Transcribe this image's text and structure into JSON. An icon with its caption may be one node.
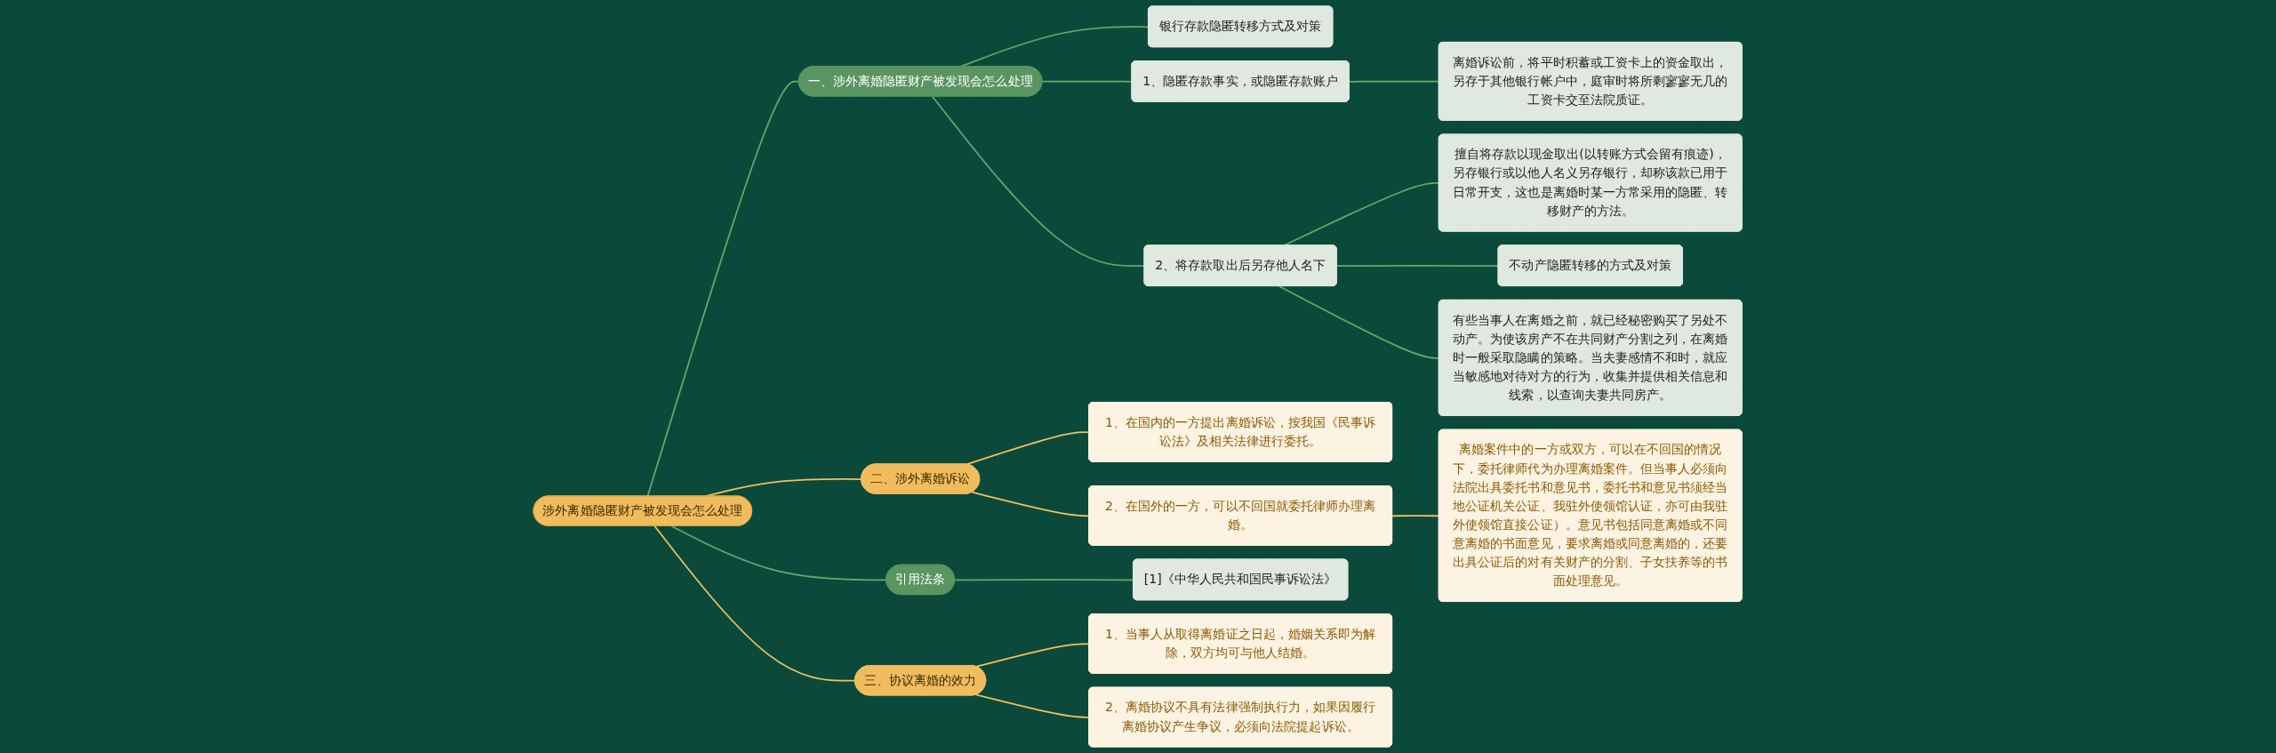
{
  "diagram": {
    "nodes": [
      {
        "text": [
          "涉外离婚隐匿财产被发现会怎么处理"
        ]
      },
      {
        "text": [
          "一、涉外离婚隐匿财产被发现会怎么处理"
        ]
      },
      {
        "text": [
          "银行存款隐匿转移方式及对策"
        ]
      },
      {
        "text": [
          "1、隐匿存款事实，或隐匿存款账户"
        ]
      },
      {
        "text": [
          "离婚诉讼前，将平时积蓄或工资卡上的资金取出，另存于其他银行帐户中，庭审时将所剩寥寥无几的工资卡交至法院质证。"
        ]
      },
      {
        "text": [
          "2、将存款取出后另存他人名下"
        ]
      },
      {
        "text": [
          "擅自将存款以现金取出(以转账方式会留有痕迹)，另存银行或以他人名义另存银行，却称该款已用于日常开支，这也是离婚时某一方常采用的隐匿、转移财产的方法。"
        ]
      },
      {
        "text": [
          "不动产隐匿转移的方式及对策"
        ]
      },
      {
        "text": [
          "有些当事人在离婚之前，就已经秘密购买了另处不动产。为使该房产不在共同财产分割之列，在离婚时一般采取隐瞒的策略。当夫妻感情不和时，就应当敏感地对待对方的行为，收集并提供相关信息和线索，以查询夫妻共同房产。"
        ]
      },
      {
        "text": [
          "二、涉外离婚诉讼"
        ]
      },
      {
        "text": [
          "1、在国内的一方提出离婚诉讼，按我国《民事诉讼法》及相关法律进行委托。"
        ]
      },
      {
        "text": [
          "2、在国外的一方，可以不回国就委托律师办理离婚。"
        ]
      },
      {
        "text": [
          "离婚案件中的一方或双方，可以在不回国的情况下，委托律师代为办理离婚案件。但当事人必须向法院出具委托书和意见书，委托书和意见书须经当地公证机关公证、我驻外使领馆认证，亦可由我驻外使领馆直接公证）。意见书包括同意离婚或不同意离婚的书面意见，要求离婚或同意离婚的，还要出具公证后的对有关财产的分割、子女扶养等的书面处理意见。"
        ]
      },
      {
        "text": [
          "引用法条"
        ]
      },
      {
        "text": [
          "[1]《中华人民共和国民事诉讼法》"
        ]
      },
      {
        "text": [
          "三、协议离婚的效力"
        ]
      },
      {
        "text": [
          "1、当事人从取得离婚证之日起，婚姻关系即为解除，双方均可与他人结婚。"
        ]
      },
      {
        "text": [
          "2、离婚协议不具有法律强制执行力，如果因履行离婚协议产生争议，必须向法院提起诉讼。"
        ]
      }
    ],
    "edges": [
      {
        "from": 0,
        "to": 1,
        "arrow": "none"
      },
      {
        "from": 1,
        "to": 2,
        "arrow": "none"
      },
      {
        "from": 1,
        "to": 3,
        "arrow": "none"
      },
      {
        "from": 3,
        "to": 4,
        "arrow": "none"
      },
      {
        "from": 1,
        "to": 5,
        "arrow": "none"
      },
      {
        "from": 5,
        "to": 6,
        "arrow": "none"
      },
      {
        "from": 5,
        "to": 7,
        "arrow": "none"
      },
      {
        "from": 5,
        "to": 8,
        "arrow": "none"
      },
      {
        "from": 0,
        "to": 9,
        "arrow": "none",
        "color": "#f0c062"
      },
      {
        "from": 9,
        "to": 10,
        "arrow": "none",
        "color": "#f0c062"
      },
      {
        "from": 9,
        "to": 11,
        "arrow": "none",
        "color": "#f0c062"
      },
      {
        "from": 11,
        "to": 12,
        "arrow": "none",
        "color": "#f0c062"
      },
      {
        "from": 0,
        "to": 13,
        "arrow": "none"
      },
      {
        "from": 13,
        "to": 14,
        "arrow": "none"
      },
      {
        "from": 0,
        "to": 15,
        "arrow": "none",
        "color": "#f0c062"
      },
      {
        "from": 15,
        "to": 16,
        "arrow": "none",
        "color": "#f0c062"
      },
      {
        "from": 15,
        "to": 17,
        "arrow": "none",
        "color": "#f0c062"
      }
    ]
  }
}
